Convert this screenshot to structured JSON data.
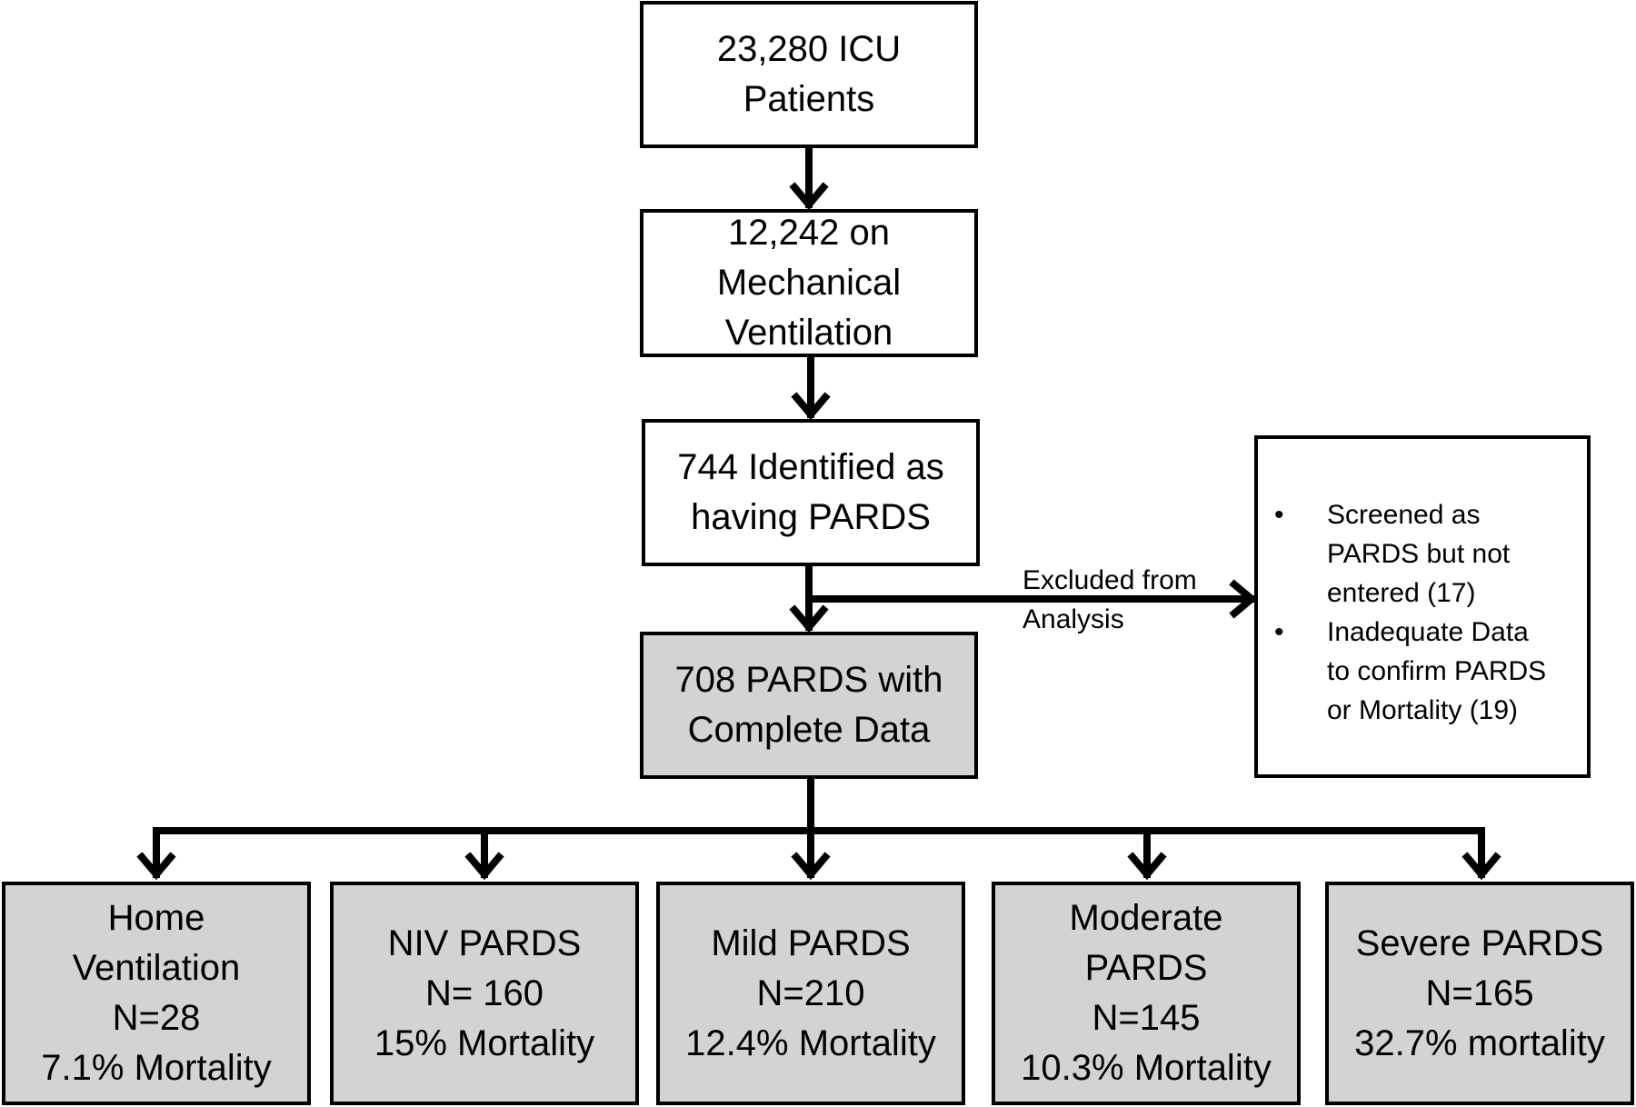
{
  "nodes": {
    "icu": [
      "23,280 ICU",
      "Patients"
    ],
    "ventilation": [
      "12,242 on",
      "Mechanical",
      "Ventilation"
    ],
    "identified": [
      "744 Identified as",
      "having PARDS"
    ],
    "complete": [
      "708 PARDS with",
      "Complete Data"
    ]
  },
  "exclusion": {
    "label": [
      "Excluded from",
      "Analysis"
    ],
    "bullet": "•",
    "items": [
      [
        "Screened as",
        "PARDS but not",
        "entered (17)"
      ],
      [
        "Inadequate Data",
        "to confirm PARDS",
        "or Mortality (19)"
      ]
    ]
  },
  "outcomes": [
    [
      "Home",
      "Ventilation",
      "N=28",
      "7.1% Mortality"
    ],
    [
      "NIV PARDS",
      "N= 160",
      "15% Mortality"
    ],
    [
      "Mild PARDS",
      "N=210",
      "12.4% Mortality"
    ],
    [
      "Moderate",
      "PARDS",
      "N=145",
      "10.3% Mortality"
    ],
    [
      "Severe PARDS",
      "N=165",
      "32.7% mortality"
    ]
  ],
  "colors": {
    "line": "#000000",
    "box_fill": "#ffffff",
    "highlight_fill": "#d3d3d3"
  }
}
